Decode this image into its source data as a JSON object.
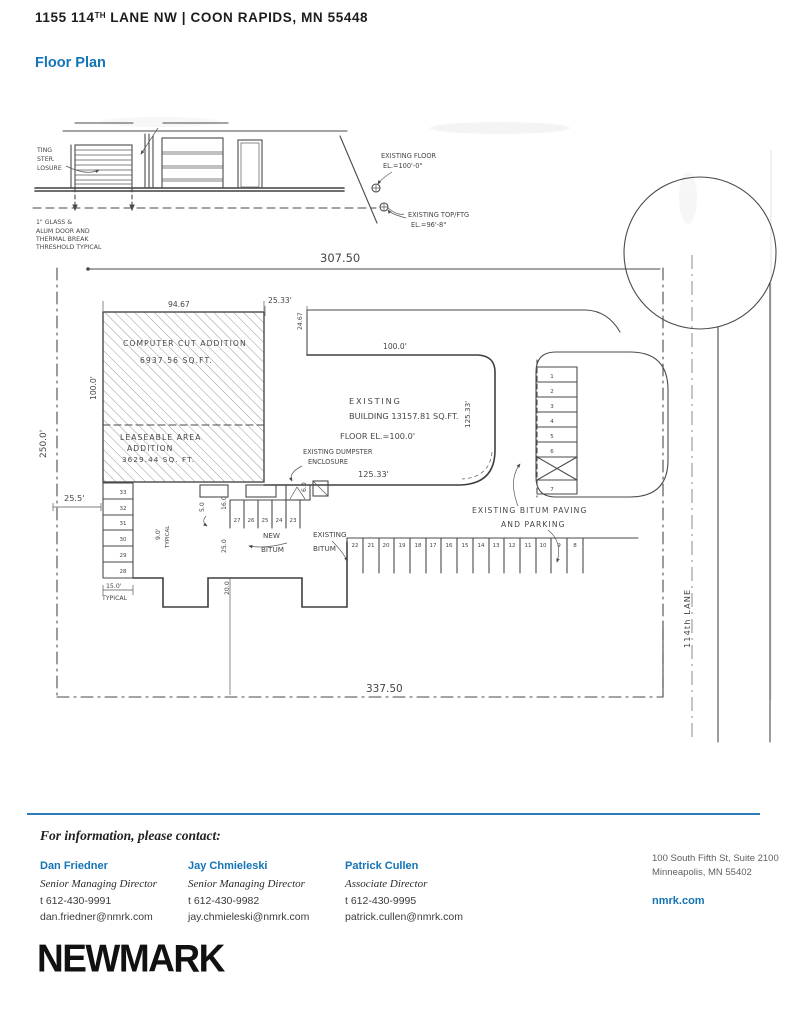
{
  "colors": {
    "accent_blue": "#1374b6",
    "divider_blue": "#2e7cb8",
    "ink": "#1c1c1c",
    "sketch": "#4a4a4a"
  },
  "header": {
    "address_pre": "1155 114",
    "address_sup": "TH",
    "address_post": " LANE NW | COON RAPIDS, MN 55448",
    "section_title": "Floor Plan"
  },
  "plan": {
    "elevation": {
      "encl1": "TING",
      "encl2": "STER.",
      "encl3": "LOSURE",
      "glass1": "1\" GLASS &",
      "glass2": "ALUM DOOR AND",
      "glass3": "THERMAL BREAK",
      "glass4": "THRESHOLD TYPICAL",
      "floor1": "EXISTING FLOOR",
      "floor2": "EL.=100'-0\"",
      "footing1": "EXISTING TOP/FTG",
      "footing2": "EL.=96'-8\""
    },
    "dims": {
      "north": "307.50",
      "south": "337.50",
      "west": "250.0'",
      "west_offset": "25.5'",
      "addition_width": "94.67",
      "addition_gap": "25.33'",
      "addition_depth": "100.0'",
      "strip_depth": "24.67",
      "building_width": "100.0'",
      "building_depth": "125.33'",
      "building_south": "125.33'",
      "stall_width": "15.0'",
      "stall_width_note": "TYPICAL",
      "stall_depth": "9.0'",
      "stall_depth_note": "TYPICAL",
      "d5": "5.0",
      "d16": "16.0",
      "d6": "6.0",
      "d25": "25.0",
      "d20": "20.0"
    },
    "areas": {
      "computer_line1": "COMPUTER CUT ADDITION",
      "computer_line2": "6937.56 SQ.FT.",
      "lease_line1": "LEASEABLE AREA",
      "lease_line2": "ADDITION",
      "lease_line3": "3629.44 SQ. FT.",
      "existing_line1": "EXISTING",
      "existing_line2": "BUILDING  13157.81 SQ.FT.",
      "existing_line3": "FLOOR  EL.=100.0'"
    },
    "labels": {
      "dumpster1": "EXISTING DUMPSTER",
      "dumpster2": "ENCLOSURE",
      "paving1": "EXISTING BITUM PAVING",
      "paving2": "AND PARKING",
      "new_bitum1": "NEW",
      "new_bitum2": "BITUM",
      "exist_bitum1": "EXISTING",
      "exist_bitum2": "BITUM",
      "street": "114th LANE"
    },
    "stalls": {
      "right": [
        "1",
        "2",
        "3",
        "4",
        "5",
        "6",
        "7"
      ],
      "bottom": [
        "22",
        "21",
        "20",
        "19",
        "18",
        "17",
        "16",
        "15",
        "14",
        "13",
        "12",
        "11",
        "10",
        "9",
        "8"
      ],
      "left": [
        "33",
        "32",
        "31",
        "30",
        "29",
        "28"
      ],
      "mid": [
        "27",
        "26",
        "25",
        "24",
        "23"
      ]
    }
  },
  "footer": {
    "contact_heading": "For information, please contact:",
    "contacts": [
      {
        "name": "Dan Friedner",
        "title": "Senior Managing Director",
        "phone": "t 612-430-9991",
        "email": "dan.friedner@nmrk.com"
      },
      {
        "name": "Jay Chmieleski",
        "title": "Senior Managing Director",
        "phone": "t 612-430-9982",
        "email": "jay.chmieleski@nmrk.com"
      },
      {
        "name": "Patrick Cullen",
        "title": "Associate Director",
        "phone": "t 612-430-9995",
        "email": "patrick.cullen@nmrk.com"
      }
    ],
    "office_line1": "100 South Fifth St, Suite 2100",
    "office_line2": "Minneapolis, MN 55402",
    "website": "nmrk.com",
    "logo": "NEWMARK"
  }
}
